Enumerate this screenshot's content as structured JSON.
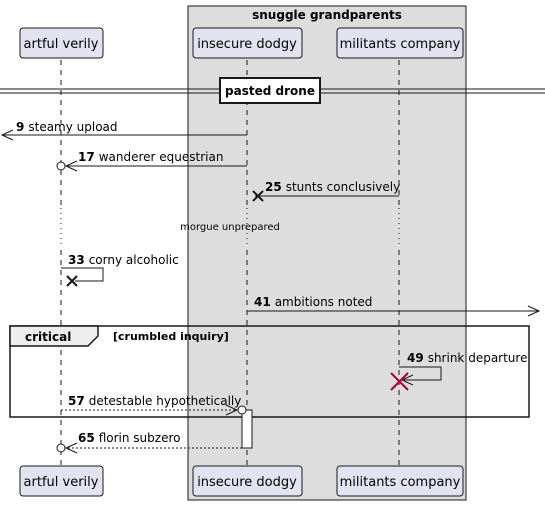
{
  "group_box": {
    "title": "snuggle grandparents"
  },
  "participants": {
    "p1": "artful verily",
    "p2": "insecure dodgy",
    "p3": "militants company"
  },
  "divider": {
    "label": "pasted drone"
  },
  "delay": {
    "label": "morgue unprepared"
  },
  "fragment": {
    "keyword": "critical",
    "guard": "[crumbled inquiry]"
  },
  "messages": [
    {
      "num": "9",
      "text": "steamy upload"
    },
    {
      "num": "17",
      "text": "wanderer equestrian"
    },
    {
      "num": "25",
      "text": "stunts conclusively"
    },
    {
      "num": "33",
      "text": "corny alcoholic"
    },
    {
      "num": "41",
      "text": "ambitions noted"
    },
    {
      "num": "49",
      "text": "shrink departure"
    },
    {
      "num": "57",
      "text": "detestable hypothetically"
    },
    {
      "num": "65",
      "text": "florin subzero"
    }
  ],
  "colors": {
    "participant_fill": "#E2E2F0",
    "participant_stroke": "#181818",
    "group_fill": "#DDDDDD",
    "lifeline": "#181818",
    "destroy_red": "#A80036"
  }
}
